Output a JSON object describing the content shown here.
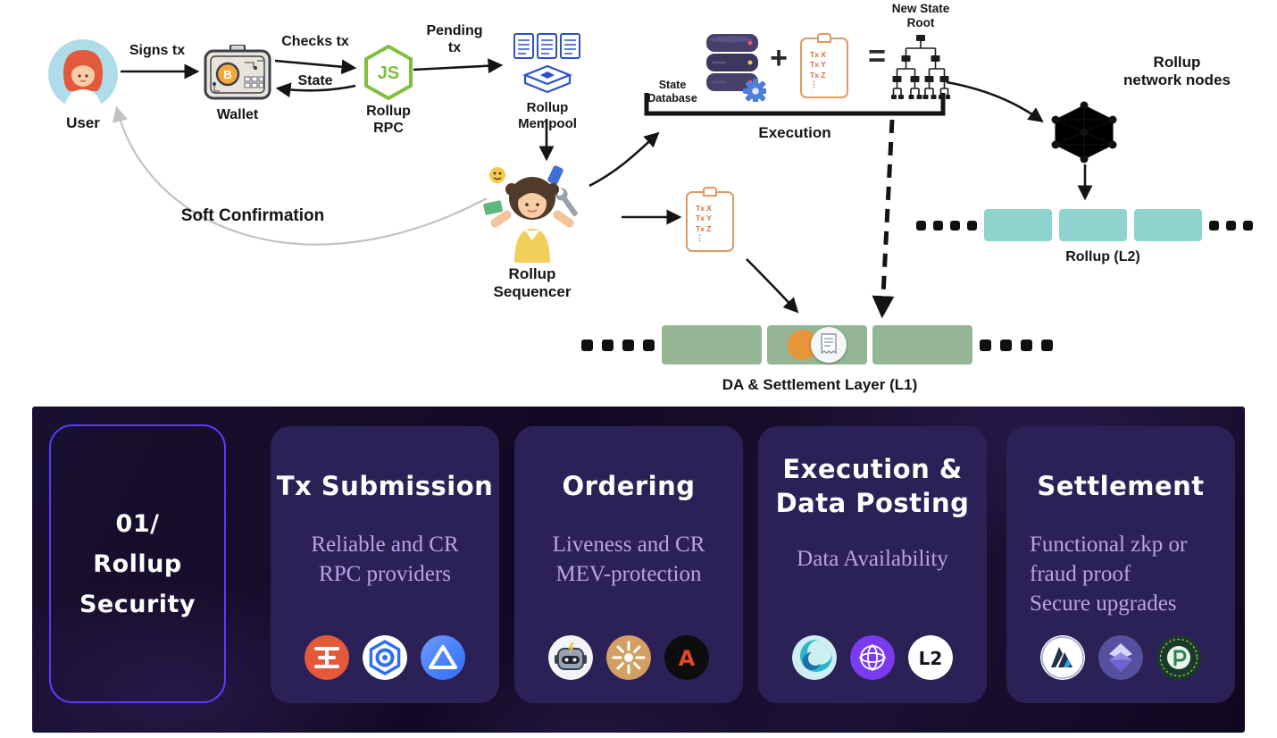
{
  "flow": {
    "user": "User",
    "signs_tx": "Signs tx",
    "wallet": "Wallet",
    "wallet_b": "B",
    "checks_tx": "Checks tx",
    "state": "State",
    "js": "JS",
    "rollup_rpc_line1": "Rollup",
    "rollup_rpc_line2": "RPC",
    "pending_line1": "Pending",
    "pending_line2": "tx",
    "mempool": "Rollup Mempool",
    "sequencer_line1": "Rollup",
    "sequencer_line2": "Sequencer",
    "soft_confirmation": "Soft Confirmation",
    "state_db_line1": "State",
    "state_db_line2": "Database",
    "plus": "+",
    "equals": "=",
    "tx_items": [
      "Tx X",
      "Tx Y",
      "Tx Z"
    ],
    "tx_more": "⋮",
    "new_state_root_line1": "New State",
    "new_state_root_line2": "Root",
    "execution": "Execution",
    "nodes_line1": "Rollup",
    "nodes_line2": "network nodes",
    "rollup_l2": "Rollup (L2)",
    "da_layer": "DA & Settlement Layer (L1)"
  },
  "panel": {
    "intro": {
      "line1": "01/",
      "line2": "Rollup",
      "line3": "Security"
    },
    "cards": [
      {
        "title_lines": [
          "Tx Submission"
        ],
        "desc_lines": [
          "Reliable and CR",
          "RPC providers"
        ],
        "icons": [
          "orange-glyph-badge-icon",
          "blue-ring-badge-icon",
          "blue-triangle-badge-icon"
        ]
      },
      {
        "title_lines": [
          "Ordering"
        ],
        "desc_lines": [
          "Liveness and CR",
          "MEV-protection"
        ],
        "icons": [
          "robot-badge-icon",
          "sunburst-badge-icon",
          "letter-a-badge-icon"
        ],
        "letter_a": "A"
      },
      {
        "title_lines": [
          "Execution &",
          "Data Posting"
        ],
        "desc_lines": [
          "Data Availability"
        ],
        "icons": [
          "teal-swirl-badge-icon",
          "purple-globe-badge-icon",
          "l2-badge-icon"
        ],
        "l2_label": "L2"
      },
      {
        "title_lines": [
          "Settlement"
        ],
        "desc_lines": [
          "Functional zkp or",
          "fraud proof",
          "Secure upgrades"
        ],
        "icons": [
          "mountain-badge-icon",
          "diamond-badge-icon",
          "green-seal-badge-icon"
        ]
      }
    ]
  },
  "colors": {
    "accent_border": "#5a3bff",
    "card_bg": "#2c2156",
    "desc_text": "#b7a3ea",
    "l2_block": "#8fd3cf",
    "l1_block": "#95b694"
  }
}
